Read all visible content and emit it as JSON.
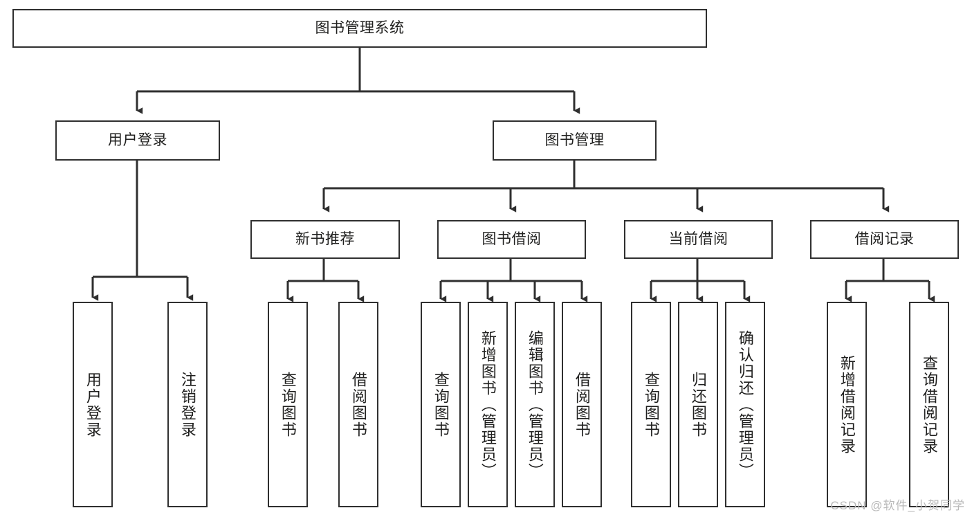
{
  "diagram": {
    "title_node": {
      "label": "图书管理系统"
    },
    "level2": [
      {
        "id": "user-login",
        "label": "用户登录"
      },
      {
        "id": "book-management",
        "label": "图书管理"
      }
    ],
    "level3": [
      {
        "id": "new-book-recommend",
        "label": "新书推荐"
      },
      {
        "id": "book-borrow",
        "label": "图书借阅"
      },
      {
        "id": "current-borrow",
        "label": "当前借阅"
      },
      {
        "id": "borrow-record",
        "label": "借阅记录"
      }
    ],
    "leaves": {
      "user_login": [
        {
          "id": "leaf-user-login",
          "label": "用户登录"
        },
        {
          "id": "leaf-logout-login",
          "label": "注销登录"
        }
      ],
      "new_book_recommend": [
        {
          "id": "leaf-query-book-1",
          "label": "查询图书"
        },
        {
          "id": "leaf-borrow-book-1",
          "label": "借阅图书"
        }
      ],
      "book_borrow": [
        {
          "id": "leaf-query-book-2",
          "label": "查询图书"
        },
        {
          "id": "leaf-add-book",
          "label": "新增图书（管理员）"
        },
        {
          "id": "leaf-edit-book",
          "label": "编辑图书（管理员）"
        },
        {
          "id": "leaf-borrow-book-2",
          "label": "借阅图书"
        }
      ],
      "current_borrow": [
        {
          "id": "leaf-query-book-3",
          "label": "查询图书"
        },
        {
          "id": "leaf-return-book",
          "label": "归还图书"
        },
        {
          "id": "leaf-confirm-return",
          "label": "确认归还（管理员）"
        }
      ],
      "borrow_record": [
        {
          "id": "leaf-add-record",
          "label": "新增借阅记录"
        },
        {
          "id": "leaf-query-record",
          "label": "查询借阅记录"
        }
      ]
    }
  },
  "watermark": {
    "text": "CSDN @软件_小贺同学"
  },
  "colors": {
    "stroke": "#2f2f2f",
    "text": "#20201f",
    "background": "#ffffff",
    "watermark": "#b9b9b9"
  }
}
